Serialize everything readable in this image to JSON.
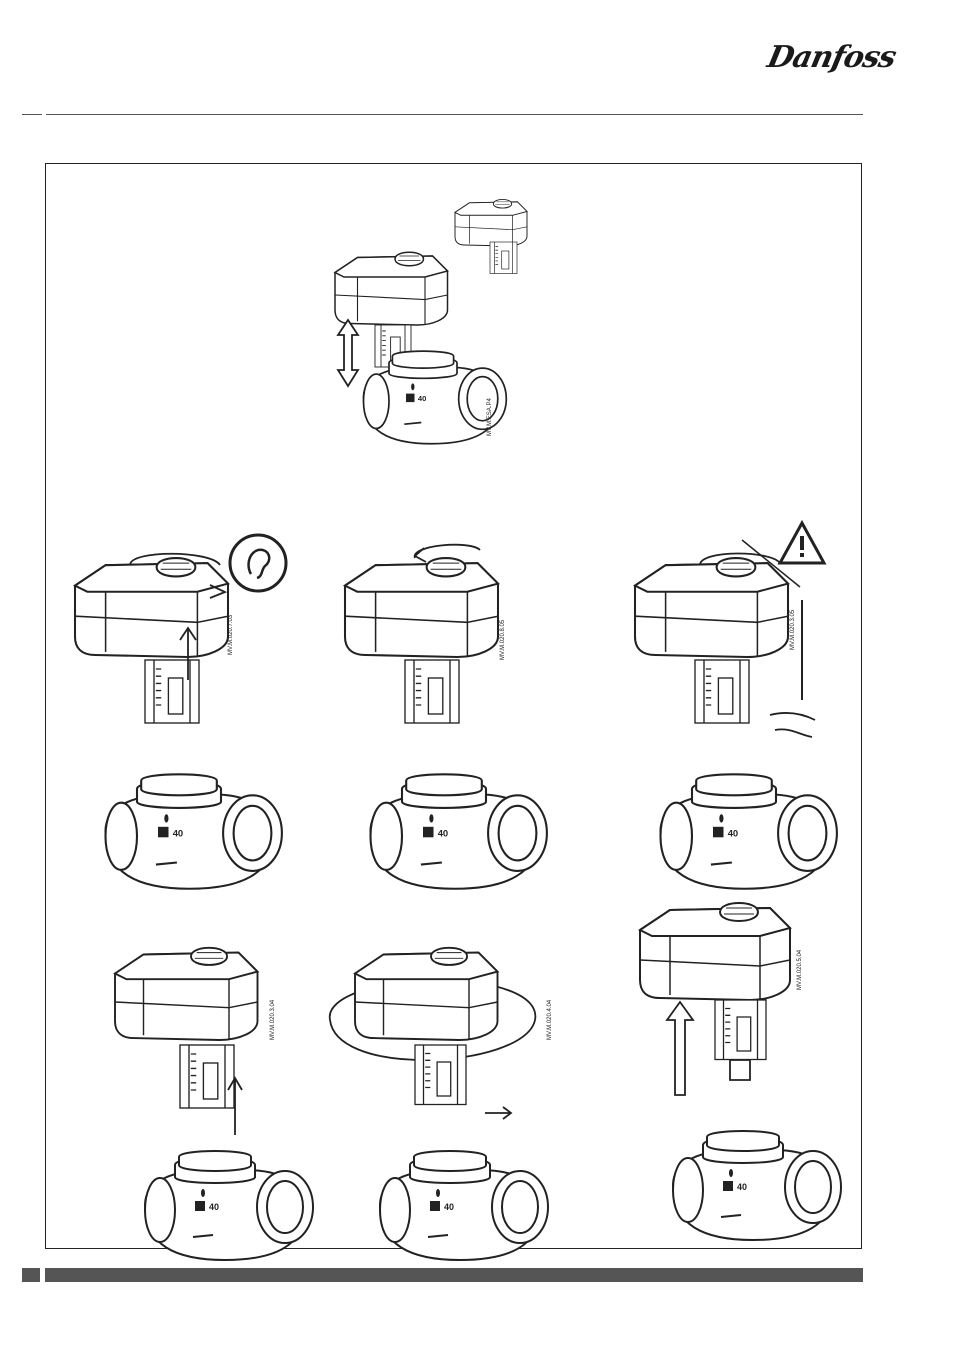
{
  "header": {
    "logo_text": "Danfoss"
  },
  "figures": [
    {
      "code": "MV.M.ESA.P4"
    },
    {
      "code": "MV.M.020.7.03"
    },
    {
      "code": "MV.M.020.8.05"
    },
    {
      "code": "MV.M.020.3.05"
    },
    {
      "code": "MV.M.020.3.04"
    },
    {
      "code": "MV.M.020.4.04"
    },
    {
      "code": "MV.M.020.5.04"
    }
  ],
  "valve_label": "40",
  "colors": {
    "line": "#222222",
    "fill": "#ffffff",
    "shade": "#e6e6e6",
    "bar": "#555555"
  }
}
